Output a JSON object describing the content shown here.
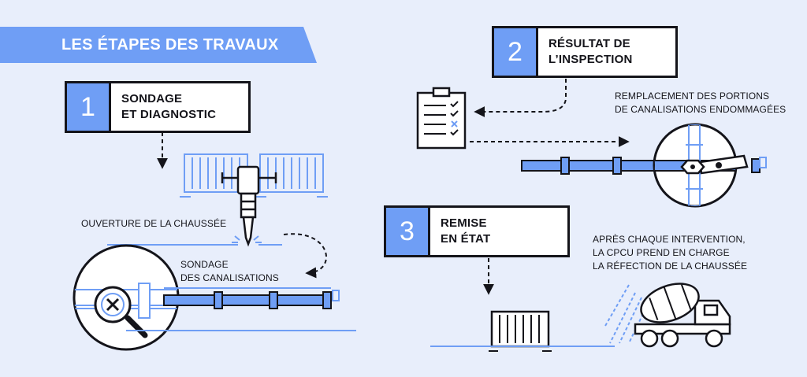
{
  "header": {
    "title": "LES ÉTAPES DES TRAVAUX"
  },
  "steps": [
    {
      "number": "1",
      "title": "SONDAGE\nET DIAGNOSTIC"
    },
    {
      "number": "2",
      "title": "RÉSULTAT DE\nL’INSPECTION"
    },
    {
      "number": "3",
      "title": "REMISE\nEN ÉTAT"
    }
  ],
  "labels": {
    "ouverture": "OUVERTURE DE LA CHAUSSÉE",
    "sondage": "SONDAGE\nDES CANALISATIONS",
    "remplacement": "REMPLACEMENT DES PORTIONS\nDE CANALISATIONS ENDOMMAGÉES",
    "apres": "APRÈS CHAQUE INTERVENTION,\nLA CPCU PREND EN CHARGE\nLA RÉFECTION DE LA CHAUSSÉE"
  },
  "colors": {
    "accent": "#6f9ef5",
    "ink": "#14141a",
    "background": "#e8eefb"
  },
  "icons": [
    "barrier-icon",
    "jackhammer-icon",
    "magnifier-icon",
    "checklist-icon",
    "wrench-icon",
    "pipe-icon",
    "concrete-mixer-truck-icon"
  ]
}
